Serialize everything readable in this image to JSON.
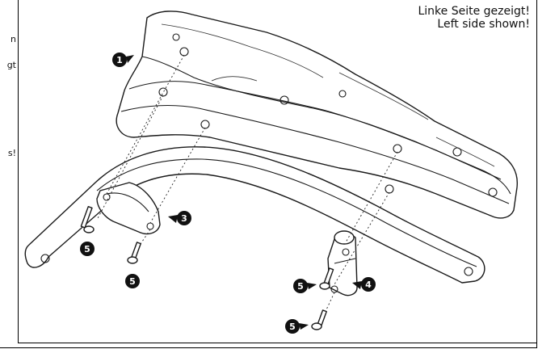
{
  "caption": {
    "line_de": "Linke Seite gezeigt!",
    "line_en": "Left side shown!"
  },
  "left_column_fragments": [
    "n",
    "gt",
    "s!"
  ],
  "callouts": [
    {
      "id": "c1",
      "label": "1"
    },
    {
      "id": "c3",
      "label": "3"
    },
    {
      "id": "c4",
      "label": "4"
    },
    {
      "id": "c5a",
      "label": "5"
    },
    {
      "id": "c5b",
      "label": "5"
    },
    {
      "id": "c5c",
      "label": "5"
    },
    {
      "id": "c5d",
      "label": "5"
    }
  ]
}
